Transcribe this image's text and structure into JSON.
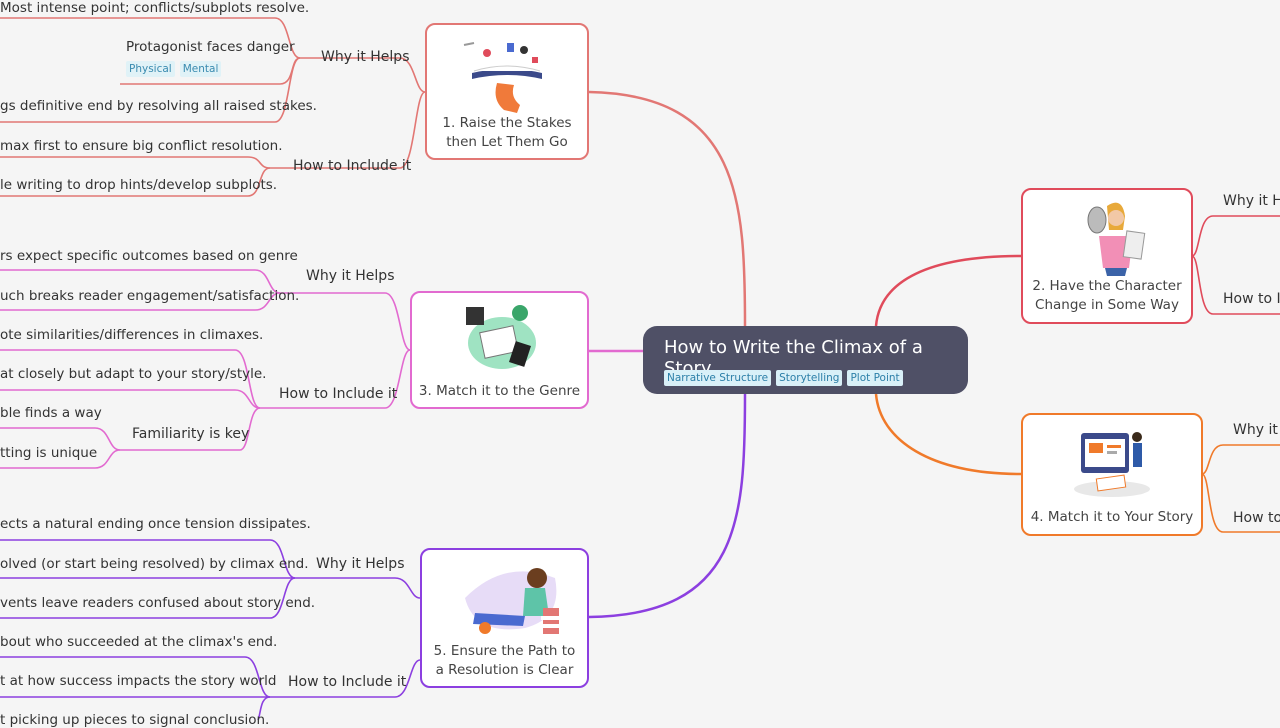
{
  "central": {
    "title": "How to Write the Climax of a Story",
    "tags": [
      "Narrative Structure",
      "Storytelling",
      "Plot Point"
    ]
  },
  "topics": {
    "t1": {
      "title_line1": "1. Raise the Stakes",
      "title_line2": "then Let Them Go",
      "color": "#e27774",
      "why_label": "Why it Helps",
      "why_items": [
        "Most intense point; conflicts/subplots resolve.",
        "Protagonist faces danger",
        "gs definitive end by resolving all raised stakes."
      ],
      "danger_tags": [
        "Physical",
        "Mental"
      ],
      "how_label": "How to Include it",
      "how_items": [
        "max first to ensure big conflict resolution.",
        "le writing to drop hints/develop subplots."
      ]
    },
    "t2": {
      "title_line1": "2. Have the Character",
      "title_line2": "Change in Some Way",
      "color": "#e04b5b",
      "why_label": "Why it He",
      "how_label": "How to In"
    },
    "t3": {
      "title": "3. Match it to the Genre",
      "color": "#e26ad0",
      "why_label": "Why it Helps",
      "why_items": [
        "rs expect specific outcomes based on genre",
        "uch breaks reader engagement/satisfaction."
      ],
      "how_label": "How to Include it",
      "how_items": [
        "ote similarities/differences in climaxes.",
        "at closely but adapt to your story/style."
      ],
      "fam_label": "Familiarity is key",
      "fam_items": [
        "ble finds a way",
        "tting is unique"
      ]
    },
    "t4": {
      "title": "4. Match it to Your Story",
      "color": "#f07a2a",
      "why_label": "Why it H",
      "how_label": "How to"
    },
    "t5": {
      "title_line1": "5. Ensure the Path to",
      "title_line2": "a Resolution is Clear",
      "color": "#8c3fe0",
      "why_label": "Why it Helps",
      "why_items": [
        "ects a natural ending once tension dissipates.",
        "olved (or start being resolved) by climax end.",
        "vents leave readers confused about story end."
      ],
      "how_label": "How to Include it",
      "how_items": [
        "bout who succeeded at the climax's end.",
        "t at how success impacts the story world",
        "t picking up pieces to signal conclusion."
      ]
    }
  }
}
